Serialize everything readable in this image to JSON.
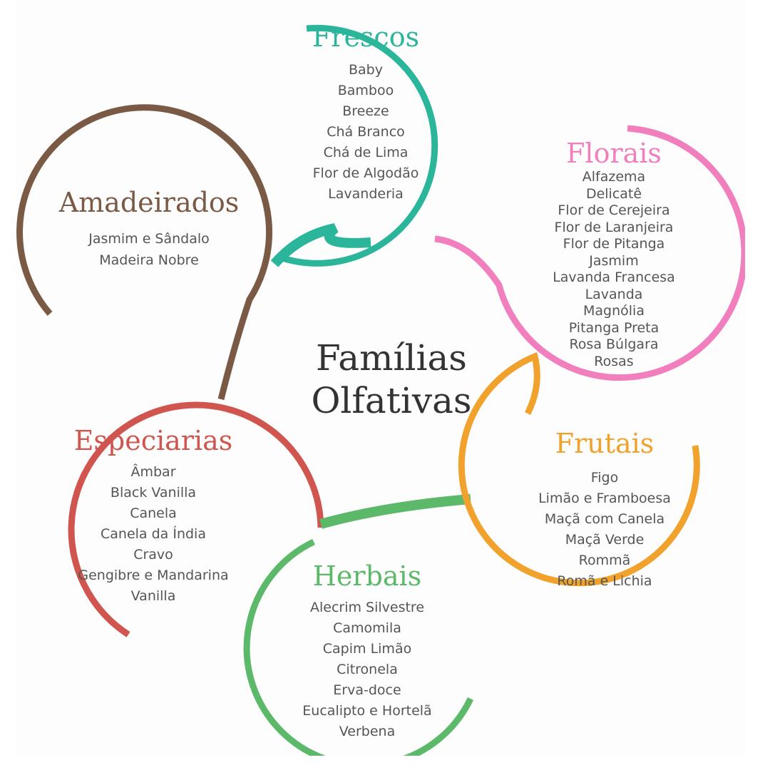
{
  "title": {
    "line1": "Famílias",
    "line2": "Olfativas"
  },
  "groups": {
    "frescos": {
      "name": "Frescos",
      "color": "#2bb59a",
      "items": [
        "Baby",
        "Bamboo",
        "Breeze",
        "Chá Branco",
        "Chá de Lima",
        "Flor de Algodão",
        "Lavanderia"
      ]
    },
    "amadeirados": {
      "name": "Amadeirados",
      "color": "#7b5a45",
      "items": [
        "Jasmim e Sândalo",
        "Madeira Nobre"
      ]
    },
    "florais": {
      "name": "Florais",
      "color": "#f17fbd",
      "items": [
        "Alfazema",
        "Delicatê",
        "Flor de Cerejeira",
        "Flor de Laranjeira",
        "Flor de Pitanga",
        "Jasmim",
        "Lavanda Francesa",
        "Lavanda",
        "Magnólia",
        "Pitanga Preta",
        "Rosa Búlgara",
        "Rosas"
      ]
    },
    "especiarias": {
      "name": "Especiarias",
      "color": "#cf554e",
      "items": [
        "Âmbar",
        "Black Vanilla",
        "Canela",
        "Canela da Índia",
        "Cravo",
        "Gengibre e Mandarina",
        "Vanilla"
      ]
    },
    "frutais": {
      "name": "Frutais",
      "color": "#f0a22c",
      "items": [
        "Figo",
        "Limão e Framboesa",
        "Maçã com Canela",
        "Maçã Verde",
        "Rommã",
        "Romã e Lichia"
      ]
    },
    "herbais": {
      "name": "Herbais",
      "color": "#5cb96a",
      "items": [
        "Alecrim Silvestre",
        "Camomila",
        "Capim Limão",
        "Citronela",
        "Erva-doce",
        "Eucalipto e Hortelã",
        "Verbena"
      ]
    }
  }
}
